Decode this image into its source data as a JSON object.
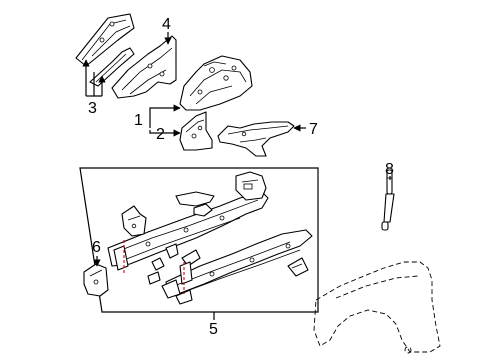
{
  "callouts": [
    {
      "id": "1",
      "text": "1"
    },
    {
      "id": "2",
      "text": "2"
    },
    {
      "id": "3",
      "text": "3"
    },
    {
      "id": "4",
      "text": "4"
    },
    {
      "id": "5",
      "text": "5"
    },
    {
      "id": "6",
      "text": "6"
    },
    {
      "id": "7",
      "text": "7"
    },
    {
      "id": "8",
      "text": "8"
    }
  ],
  "colors": {
    "line": "#000000",
    "background": "#ffffff",
    "cut_line": "#e0001a"
  }
}
